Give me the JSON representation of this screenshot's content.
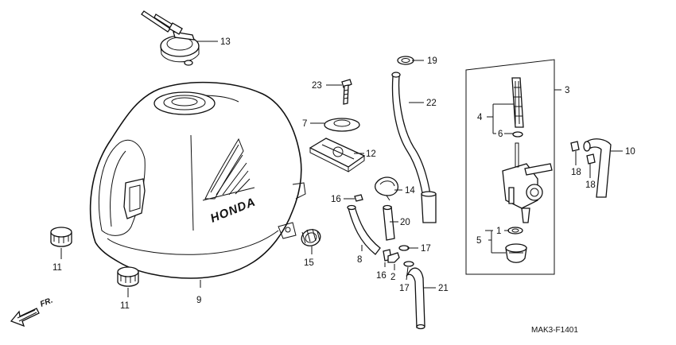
{
  "logo": {
    "text": "HONDA"
  },
  "direction": {
    "text": "FR."
  },
  "reference_code": "MAK3-F1401",
  "callouts": [
    {
      "id": "13",
      "text": "13"
    },
    {
      "id": "19",
      "text": "19"
    },
    {
      "id": "3",
      "text": "3"
    },
    {
      "id": "23",
      "text": "23"
    },
    {
      "id": "22",
      "text": "22"
    },
    {
      "id": "4",
      "text": "4"
    },
    {
      "id": "7",
      "text": "7"
    },
    {
      "id": "6",
      "text": "6"
    },
    {
      "id": "10",
      "text": "10"
    },
    {
      "id": "12",
      "text": "12"
    },
    {
      "id": "18a",
      "text": "18"
    },
    {
      "id": "18b",
      "text": "18"
    },
    {
      "id": "16a",
      "text": "16"
    },
    {
      "id": "14",
      "text": "14"
    },
    {
      "id": "20",
      "text": "20"
    },
    {
      "id": "1",
      "text": "1"
    },
    {
      "id": "5",
      "text": "5"
    },
    {
      "id": "17a",
      "text": "17"
    },
    {
      "id": "8",
      "text": "8"
    },
    {
      "id": "15",
      "text": "15"
    },
    {
      "id": "11a",
      "text": "11"
    },
    {
      "id": "16b",
      "text": "16"
    },
    {
      "id": "2",
      "text": "2"
    },
    {
      "id": "17b",
      "text": "17"
    },
    {
      "id": "21",
      "text": "21"
    },
    {
      "id": "11b",
      "text": "11"
    },
    {
      "id": "9",
      "text": "9"
    }
  ]
}
